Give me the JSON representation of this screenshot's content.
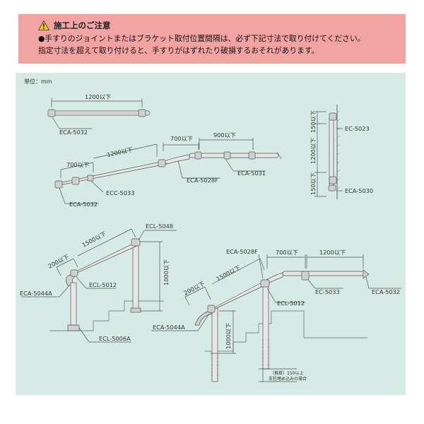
{
  "notice": {
    "title": "施工上のご注意",
    "line1": "●手すりのジョイントまたはブラケット取付位置間隔は、必ず下記寸法で取り付けてください。",
    "line2": "指定寸法を超えて取り付けると、手すりがはずれたり破損するおそれがあります。",
    "icon": "warning-triangle-icon",
    "colors": {
      "background": "#f4a3a3",
      "icon": "#f5c518"
    }
  },
  "diagram": {
    "background": "#d7ebe6",
    "unit_label": "単位：mm",
    "dims": {
      "d1200a": "1200以下",
      "d700a": "700以下",
      "d900": "900以下",
      "d1200b": "1200以下",
      "d700b": "700以下",
      "v150a": "150以下",
      "v1200": "1200以下",
      "v150b": "150以下",
      "d200a": "200以下",
      "d1500a": "1500以下",
      "v1000a": "1000以下",
      "d700c": "700以下",
      "d1200c": "1200以下",
      "d200b": "200以下",
      "d1500b": "1500以下",
      "v1000b": "1000以下"
    },
    "parts": {
      "p1": "ECA-5032",
      "p2": "ECA-5028F",
      "p3": "ECA-5031",
      "p4": "ECC-5033",
      "p5": "ECA-5032",
      "p6": "EC-5023",
      "p7": "ECA-5030",
      "p8": "ECL-5048",
      "p9": "ECL-5012",
      "p10": "ECA-5044A",
      "p11": "ECL-5006A",
      "p12": "ECA-5028F",
      "p13": "EC-5033",
      "p14": "ECA-5032",
      "p15": "ECL-5012",
      "p16": "ECA-5044A"
    },
    "note": {
      "line1": "（推奨）150以上",
      "line2": "支柱埋め込みの場合"
    }
  }
}
